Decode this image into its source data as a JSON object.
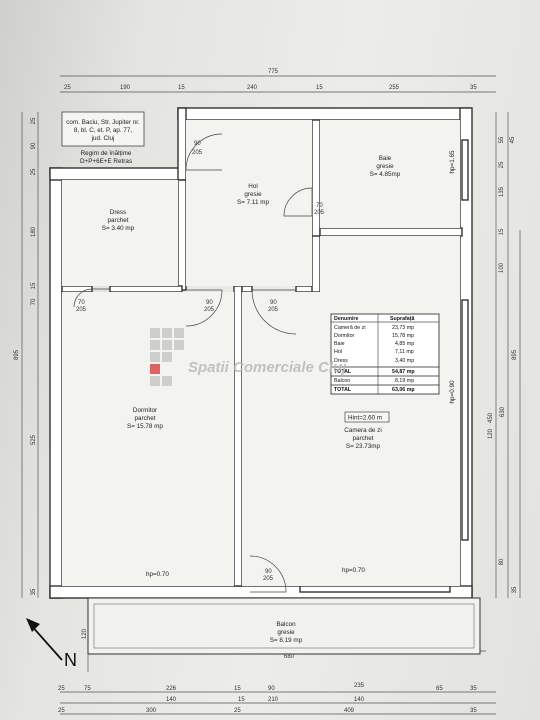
{
  "address": {
    "lines": [
      "com. Baciu, Str. Jupiter nr.",
      "8, bl. C, et. P, ap. 77,",
      "jud. Cluj"
    ],
    "regime": [
      "Regim de înălțime",
      "D+P+6E+E Retras"
    ]
  },
  "dims": {
    "top_total": "775",
    "top_parts": [
      "25",
      "190",
      "15",
      "240",
      "15",
      "255",
      "35"
    ],
    "left_total": "895",
    "left_parts": [
      "25",
      "90",
      "25",
      "180",
      "15",
      "70",
      "525",
      "35"
    ],
    "right_outer": "895",
    "right_inner": "630",
    "right_parts": [
      "55",
      "45",
      "25",
      "135",
      "15",
      "100",
      "450",
      "120",
      "80",
      "35"
    ],
    "bottom_row1": [
      "25",
      "75",
      "226",
      "15",
      "90",
      "235",
      "65",
      "35"
    ],
    "bottom_row2": [
      "140",
      "15",
      "210",
      "140"
    ],
    "bottom_row3": [
      "25",
      "300",
      "25",
      "409",
      "35"
    ],
    "balcony_depth": "120",
    "balcony_width": "680"
  },
  "rooms": {
    "hol": [
      "Hol",
      "gresie",
      "S= 7.11 mp"
    ],
    "baie": [
      "Baie",
      "gresie",
      "S= 4.85mp"
    ],
    "dress": [
      "Dress",
      "parchet",
      "S= 3.40 mp"
    ],
    "dormitor": [
      "Dormitor",
      "parchet",
      "S= 15.78 mp"
    ],
    "camera": [
      "Camera de zi",
      "parchet",
      "S= 23.73mp"
    ],
    "balcon": [
      "Balcon",
      "gresie",
      "S= 8.19 mp"
    ]
  },
  "doors": {
    "d_hol": [
      "90",
      "205"
    ],
    "d_baie": [
      "70",
      "205"
    ],
    "d_dress": [
      "70",
      "205"
    ],
    "d_dorm": [
      "90",
      "205"
    ],
    "d_zi": [
      "90",
      "205"
    ],
    "d_balcon": [
      "90",
      "205"
    ]
  },
  "heights": {
    "hp_baie": "hp=1.65",
    "hp_dorm": "hp=0.70",
    "hp_zi": "hp=0.70",
    "hp_zi_right": "hp=0.90",
    "hint": "Hint=2.60 m"
  },
  "table": {
    "headers": [
      "Denumire",
      "Suprafață"
    ],
    "rows": [
      [
        "Cameră de zi",
        "23,73 mp"
      ],
      [
        "Dormitor",
        "15,78 mp"
      ],
      [
        "Baie",
        "4,85 mp"
      ],
      [
        "Hol",
        "7,11 mp"
      ],
      [
        "Dress",
        "3,40 mp"
      ],
      [
        "TOTAL",
        "54,87 mp"
      ],
      [
        "Balcon",
        "8,19 mp"
      ],
      [
        "TOTAL",
        "63,06 mp"
      ]
    ]
  },
  "watermark": "Spatii Comerciale Cluj",
  "north": "N"
}
